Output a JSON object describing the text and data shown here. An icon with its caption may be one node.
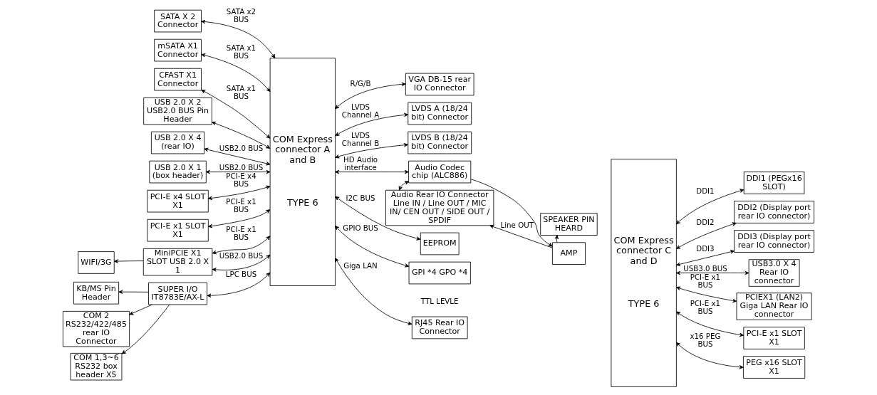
{
  "diagram": {
    "nodes": [
      {
        "text": [
          "SATA X 2 Connector"
        ]
      },
      {
        "text": [
          "mSATA X1 Connector"
        ]
      },
      {
        "text": [
          "CFAST X1 Connector"
        ]
      },
      {
        "text": [
          "USB 2.0 X 2 USB2.0 BUS Pin Header"
        ]
      },
      {
        "text": [
          "USB 2.0 X 4 (rear IO)"
        ]
      },
      {
        "text": [
          "USB 2.0 X 1 (box header)"
        ]
      },
      {
        "text": [
          "PCI-E x4 SLOT X1"
        ]
      },
      {
        "text": [
          "PCI-E x1 SLOT X1"
        ]
      },
      {
        "text": [
          "WIFI/3G"
        ]
      },
      {
        "text": [
          "MiniPCIE X1 SLOT USB 2.0 X 1"
        ]
      },
      {
        "text": [
          "KB/MS Pin Header"
        ]
      },
      {
        "text": [
          "COM 2 RS232/422/485 rear IO Connector"
        ]
      },
      {
        "text": [
          "SUPER I/O IT8783E/AX-L"
        ]
      },
      {
        "text": [
          "COM 1,3~6 RS232 box header X5"
        ]
      },
      {
        "text": [
          "COM Express connector A and B",
          "TYPE 6"
        ]
      },
      {
        "text": [
          "VGA DB-15 rear IO Connector"
        ]
      },
      {
        "text": [
          "LVDS A (18/24 bit) Connector"
        ]
      },
      {
        "text": [
          "LVDS B (18/24 bit) Connector"
        ]
      },
      {
        "text": [
          "SPEAKER PIN HEARD"
        ]
      },
      {
        "text": [
          "Audio Codec chip (ALC886)"
        ]
      },
      {
        "text": [
          "AMP"
        ]
      },
      {
        "text": [
          "Audio Rear IO Connector Line IN / Line OUT / MIC IN/ CEN OUT / SIDE OUT / SPDIF"
        ]
      },
      {
        "text": [
          "EEPROM"
        ]
      },
      {
        "text": [
          "GPI *4 GPO *4"
        ]
      },
      {
        "text": [
          "RJ45 Rear IO Connector"
        ]
      },
      {
        "text": [
          "COM Express connector C and D",
          "TYPE 6"
        ]
      },
      {
        "text": [
          "DDI1 (PEGx16 SLOT)"
        ]
      },
      {
        "text": [
          "DDI2 (Display port rear IO connector)"
        ]
      },
      {
        "text": [
          "DDI3 (Display port rear IO connector)"
        ]
      },
      {
        "text": [
          "USB3.0 X 4 Rear IO connector"
        ]
      },
      {
        "text": [
          "PCIEX1 (LAN2) Giga LAN Rear IO connector"
        ]
      },
      {
        "text": [
          "PCI-E x1 SLOT X1"
        ]
      },
      {
        "text": [
          "PEG x16 SLOT X1"
        ]
      }
    ],
    "edges": [
      {
        "from": 0,
        "to": 14,
        "arrow": "both",
        "label": "SATA x2 BUS"
      },
      {
        "from": 1,
        "to": 14,
        "arrow": "both",
        "label": "SATA x1 BUS"
      },
      {
        "from": 2,
        "to": 14,
        "arrow": "both",
        "label": "SATA x1 BUS"
      },
      {
        "from": 3,
        "to": 14,
        "arrow": "both"
      },
      {
        "from": 4,
        "to": 14,
        "arrow": "both",
        "label": "USB2.0 BUS"
      },
      {
        "from": 5,
        "to": 14,
        "arrow": "both",
        "label": "USB2.0 BUS"
      },
      {
        "from": 6,
        "to": 14,
        "arrow": "both",
        "label": "PCI-E x4 BUS"
      },
      {
        "from": 7,
        "to": 14,
        "arrow": "both",
        "label": "PCI-E x1 BUS"
      },
      {
        "from": 9,
        "to": 8,
        "arrow": "to"
      },
      {
        "from": 9,
        "to": 14,
        "arrow": "both",
        "label": "PCI-E x1 BUS"
      },
      {
        "from": 9,
        "to": 14,
        "arrow": "both",
        "label": "USB2.0 BUS"
      },
      {
        "from": 12,
        "to": 10,
        "arrow": "to"
      },
      {
        "from": 12,
        "to": 11,
        "arrow": "to"
      },
      {
        "from": 12,
        "to": 13,
        "arrow": "to"
      },
      {
        "from": 12,
        "to": 14,
        "arrow": "both",
        "label": "LPC BUS"
      },
      {
        "from": 14,
        "to": 15,
        "arrow": "both",
        "label": "R/G/B"
      },
      {
        "from": 14,
        "to": 16,
        "arrow": "both",
        "label": "LVDS Channel A"
      },
      {
        "from": 14,
        "to": 17,
        "arrow": "both",
        "label": "LVDS Channel B"
      },
      {
        "from": 14,
        "to": 19,
        "arrow": "both",
        "label": "HD Audio interface"
      },
      {
        "from": 19,
        "to": 20,
        "arrow": "to"
      },
      {
        "from": 20,
        "to": 18,
        "arrow": "to"
      },
      {
        "from": 19,
        "to": 21,
        "arrow": "both"
      },
      {
        "from": 20,
        "to": 21,
        "arrow": "to",
        "label": "Line OUT"
      },
      {
        "from": 14,
        "to": 22,
        "arrow": "both",
        "label": "I2C BUS"
      },
      {
        "from": 14,
        "to": 23,
        "arrow": "both",
        "label": "GPIO BUS"
      },
      {
        "from": 14,
        "to": 24,
        "arrow": "both",
        "label": "Giga LAN"
      },
      {
        "from": 25,
        "to": 26,
        "arrow": "both",
        "label": "DDI1"
      },
      {
        "from": 25,
        "to": 27,
        "arrow": "both",
        "label": "DDI2"
      },
      {
        "from": 25,
        "to": 28,
        "arrow": "both",
        "label": "DDI3"
      },
      {
        "from": 25,
        "to": 29,
        "arrow": "both",
        "label": "USB3.0 BUS"
      },
      {
        "from": 25,
        "to": 30,
        "arrow": "both",
        "label": "PCI-E x1 BUS"
      },
      {
        "from": 25,
        "to": 31,
        "arrow": "both",
        "label": "PCI-E x1 BUS"
      },
      {
        "from": 25,
        "to": 32,
        "arrow": "both",
        "label": "x16 PEG BUS"
      }
    ],
    "labels": [
      "TTL LEVLE"
    ]
  }
}
